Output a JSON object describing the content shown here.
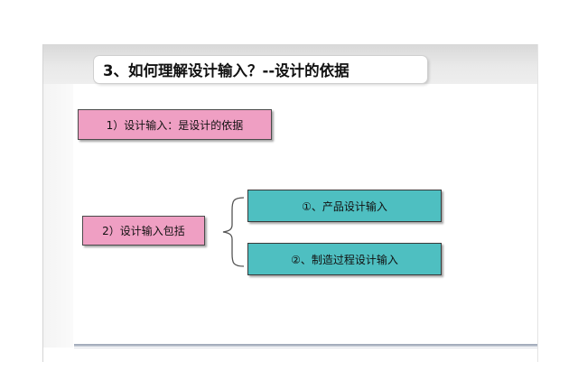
{
  "title": "3、如何理解设计输入？--设计的依据",
  "items": {
    "item1": "1）设计输入：是设计的依据",
    "item2": "2）设计输入包括",
    "sub1": "①、产品设计输入",
    "sub2": "②、制造过程设计输入"
  },
  "colors": {
    "pink": "#ef9fc3",
    "teal": "#4ebfc1"
  }
}
